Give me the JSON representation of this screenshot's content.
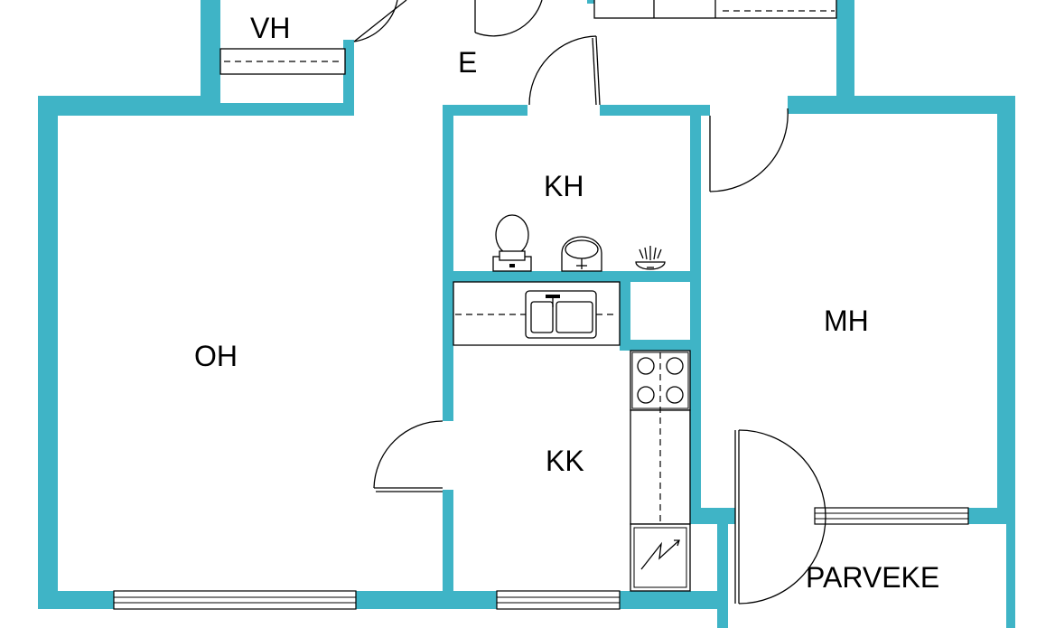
{
  "rooms": {
    "vh": "VH",
    "e": "E",
    "kh": "KH",
    "oh": "OH",
    "mh": "MH",
    "kk": "KK",
    "parveke": "PARVEKE"
  },
  "colors": {
    "wall": "#3fb4c6",
    "background": "#ffffff",
    "line": "#000000"
  },
  "icons": [
    "toilet-icon",
    "washbasin-icon",
    "shower-drain-icon",
    "kitchen-sink-icon",
    "stove-icon",
    "electric-panel-icon"
  ]
}
